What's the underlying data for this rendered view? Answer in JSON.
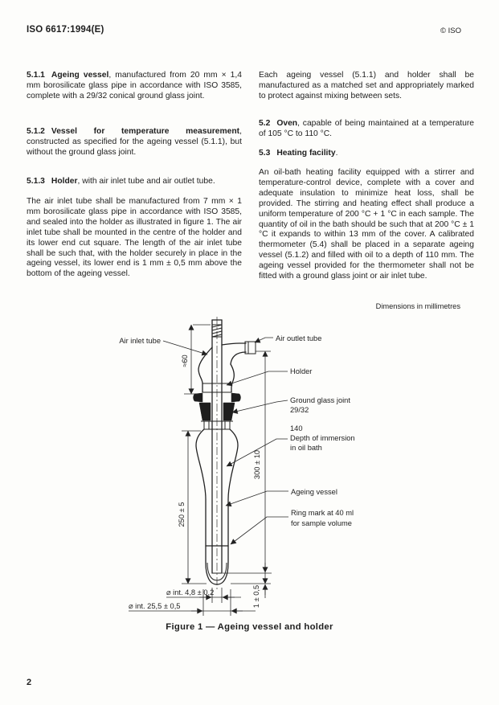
{
  "header": {
    "doc_number": "ISO 6617:1994(E)",
    "copyright": "© ISO"
  },
  "sections": {
    "s511": {
      "num": "5.1.1",
      "title": "Ageing vessel",
      "body": ", manufactured from 20 mm × 1,4 mm borosilicate glass pipe in accordance with ISO 3585, complete with a 29/32 conical ground glass joint."
    },
    "s512": {
      "num": "5.1.2",
      "title": "Vessel for temperature measurement",
      "body": ", constructed as specified for the ageing vessel (5.1.1), but without the ground glass joint."
    },
    "s513": {
      "num": "5.1.3",
      "title": "Holder",
      "body": ", with air inlet tube and air outlet tube."
    },
    "s513_para": "The air inlet tube shall be manufactured from 7 mm × 1 mm borosilicate glass pipe in accordance with ISO 3585, and sealed into the holder as illustrated in figure 1. The air inlet tube shall be mounted in the centre of the holder and its lower end cut square. The length of the air inlet tube shall be such that, with the holder securely in place in the ageing vessel, its lower end is 1 mm ± 0,5 mm above the bottom of the ageing vessel.",
    "right_para1": "Each ageing vessel (5.1.1) and holder shall be manufactured as a matched set and appropriately marked to protect against mixing between sets.",
    "s52": {
      "num": "5.2",
      "title": "Oven",
      "body": ", capable of being maintained at a temperature of 105 °C to 110 °C."
    },
    "s53": {
      "num": "5.3",
      "title": "Heating facility",
      "body": "."
    },
    "s53_para": "An oil-bath heating facility equipped with a stirrer and temperature-control device, complete with a cover and adequate insulation to minimize heat loss, shall be provided. The stirring and heating effect shall produce a uniform temperature of 200 °C + 1 °C in each sample. The quantity of oil in the bath should be such that at 200 °C ± 1 °C it expands to within 13 mm of the cover. A calibrated thermometer (5.4) shall be placed in a separate ageing vessel (5.1.2) and filled with oil to a depth of 110 mm. The ageing vessel provided for the thermometer shall not be fitted with a ground glass joint or air inlet tube."
  },
  "figure": {
    "dimensions_note": "Dimensions in millimetres",
    "labels": {
      "air_inlet": "Air inlet tube",
      "air_outlet": "Air outlet tube",
      "holder": "Holder",
      "ground_joint_1": "Ground glass joint",
      "ground_joint_2": "29/32",
      "immersion_1": "140",
      "immersion_2": "Depth of immersion",
      "immersion_3": "in oil bath",
      "ageing_vessel": "Ageing vessel",
      "ring_mark_1": "Ring mark at 40 ml",
      "ring_mark_2": "for sample volume"
    },
    "dims": {
      "approx60": "≈60",
      "d250": "250 ± 5",
      "d300": "300 ± 10",
      "d1": "1 ± 0,5",
      "int48": "⌀ int. 4,8 ± 0,2",
      "int255": "⌀ int. 25,5 ± 0,5"
    },
    "caption": "Figure 1 — Ageing vessel and holder"
  },
  "footer": {
    "page_number": "2"
  }
}
